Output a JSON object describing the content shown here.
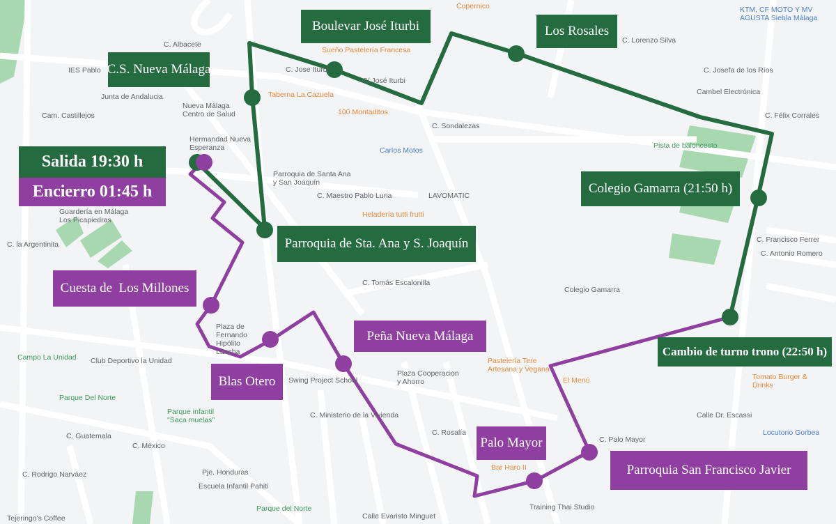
{
  "colors": {
    "route_outbound": "#256b40",
    "route_return": "#8f3fa0",
    "map_bg": "#f3f4f6",
    "park": "#a8d8b0"
  },
  "labels": {
    "salida": "Salida 19:30 h",
    "encierro": "Encierro 01:45 h",
    "boulevar": "Boulevar José Iturbi",
    "rosales": "Los Rosales",
    "cs_nueva_malaga": "C.S. Nueva Málaga",
    "parroquia_sta_ana": "Parroquia de Sta. Ana y S. Joaquín",
    "colegio_gamarra": "Colegio Gamarra (21:50 h)",
    "cambio_turno": "Cambio de turno trono (22:50 h)",
    "cuesta_millones": "Cuesta de  Los Millones",
    "pena": "Peña Nueva Málaga",
    "blas_otero": "Blas Otero",
    "palo_mayor": "Palo Mayor",
    "san_francisco": "Parroquia San Francisco Javier"
  },
  "map_labels": [
    {
      "text": "C. Albacete",
      "cls": ""
    },
    {
      "text": "IES Pablo",
      "cls": ""
    },
    {
      "text": "Junta de Andalucia",
      "cls": ""
    },
    {
      "text": "Cam. Castillejos",
      "cls": ""
    },
    {
      "text": "Nueva Málaga Centro de Salud",
      "cls": ""
    },
    {
      "text": "Hermandad Nueva Esperanza",
      "cls": ""
    },
    {
      "text": "Parroquia de Santa Ana y San Joaquín",
      "cls": ""
    },
    {
      "text": "C/ José Iturbi",
      "cls": ""
    },
    {
      "text": "C. Jose Iturbi",
      "cls": ""
    },
    {
      "text": "Sueño Pastelería Francesa",
      "cls": "poi-o"
    },
    {
      "text": "Taberna La Cazuela",
      "cls": "poi-o"
    },
    {
      "text": "100 Montaditos",
      "cls": "poi-o"
    },
    {
      "text": "Copernico",
      "cls": "poi-o"
    },
    {
      "text": "Carlos Motos",
      "cls": "poi-b"
    },
    {
      "text": "C. Maestro Pablo Luna",
      "cls": ""
    },
    {
      "text": "LAVOMATIC",
      "cls": ""
    },
    {
      "text": "Heladería tutti frutti",
      "cls": "poi-o"
    },
    {
      "text": "C. Sondalezas",
      "cls": ""
    },
    {
      "text": "C. Lorenzo Silva",
      "cls": ""
    },
    {
      "text": "C. Josefa de los Ríos",
      "cls": ""
    },
    {
      "text": "KTM, CF MOTO Y MV AGUSTA Siebla Málaga",
      "cls": "poi-b"
    },
    {
      "text": "Cambel Electrónica",
      "cls": ""
    },
    {
      "text": "Pista de baloncesto",
      "cls": "poi-g"
    },
    {
      "text": "C. Félix Corrales",
      "cls": ""
    },
    {
      "text": "C. Francisco Ferrer",
      "cls": ""
    },
    {
      "text": "C. Antonio Romero",
      "cls": ""
    },
    {
      "text": "Colegio Gamarra",
      "cls": ""
    },
    {
      "text": "C. Tomás Escalonilla",
      "cls": ""
    },
    {
      "text": "Guardería en Málaga Los Picapiedras",
      "cls": ""
    },
    {
      "text": "C. la Argentinita",
      "cls": ""
    },
    {
      "text": "Campo La Unidad",
      "cls": "poi-g"
    },
    {
      "text": "Club Deportivo la Unidad",
      "cls": ""
    },
    {
      "text": "Plaza de Fernando Hipólito Lancha",
      "cls": ""
    },
    {
      "text": "Swing Project School",
      "cls": ""
    },
    {
      "text": "Plaza Cooperacion y Ahorro",
      "cls": ""
    },
    {
      "text": "Pastelería Tere Artesana y Vegana",
      "cls": "poi-o"
    },
    {
      "text": "El Menú",
      "cls": "poi-o"
    },
    {
      "text": "Tomato Burger & Drinks",
      "cls": "poi-o"
    },
    {
      "text": "Parque Del Norte",
      "cls": "poi-g"
    },
    {
      "text": "Parque infantil \"Saca muelas\"",
      "cls": "poi-g"
    },
    {
      "text": "C. Guatemala",
      "cls": ""
    },
    {
      "text": "C. México",
      "cls": ""
    },
    {
      "text": "C. Rodrigo Narváez",
      "cls": ""
    },
    {
      "text": "Pje. Honduras",
      "cls": ""
    },
    {
      "text": "Escuela Infantil Pahiti",
      "cls": ""
    },
    {
      "text": "Parque del Norte",
      "cls": "poi-g"
    },
    {
      "text": "C. Ministerio de la Vivienda",
      "cls": ""
    },
    {
      "text": "Calle Evaristo Minguet",
      "cls": ""
    },
    {
      "text": "C. Rosalía",
      "cls": ""
    },
    {
      "text": "Bar Haro II",
      "cls": "poi-o"
    },
    {
      "text": "C. Palo Mayor",
      "cls": ""
    },
    {
      "text": "Training Thai Studio",
      "cls": ""
    },
    {
      "text": "Calle Dr. Escassi",
      "cls": ""
    },
    {
      "text": "Locutorio Gorbea",
      "cls": "poi-b"
    },
    {
      "text": "Tejeringo's Coffee",
      "cls": ""
    }
  ]
}
